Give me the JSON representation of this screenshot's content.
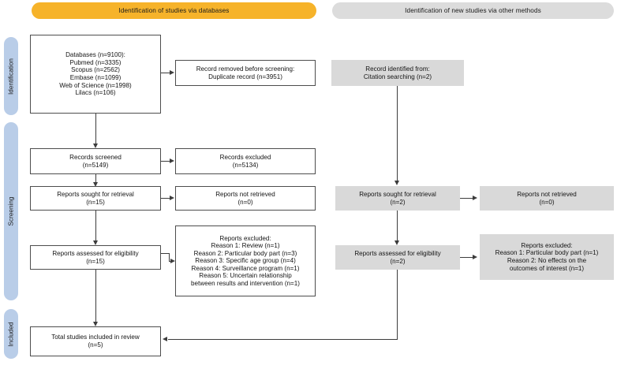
{
  "meta": {
    "title": "PRISMA 2020 flow diagram",
    "colors": {
      "banner_databases": "#f6b32a",
      "banner_other": "#dcdcdc",
      "phase_pill": "#b9cde8",
      "box_gray": "#d9d9d9",
      "box_white": "#ffffff",
      "stroke": "#4d4d4d",
      "connector": "#3c3c3c"
    }
  },
  "banners": {
    "databases": "Identification of studies via databases",
    "other_methods": "Identification of new studies via other methods"
  },
  "phases": [
    {
      "id": "identification",
      "label": "Identification"
    },
    {
      "id": "screening",
      "label": "Screening"
    },
    {
      "id": "included",
      "label": "Included"
    }
  ],
  "left_column": {
    "sources": {
      "lines": [
        "Databases (n=9100):",
        "Pubmed (n=3335)",
        "Scopus (n=2562)",
        "Embase (n=1099)",
        "Web of Science (n=1998)",
        "Lilacs (n=106)"
      ]
    },
    "removed_before_screening": {
      "lines": [
        "Record removed before screening:",
        "Duplicate record (n=3951)"
      ]
    },
    "records_screened": {
      "lines": [
        "Records screened",
        "(n=5149)"
      ]
    },
    "records_excluded": {
      "lines": [
        "Records excluded",
        "(n=5134)"
      ]
    },
    "reports_sought": {
      "lines": [
        "Reports sought for retrieval",
        "(n=15)"
      ]
    },
    "reports_not_retrieved": {
      "lines": [
        "Reports not retrieved",
        "(n=0)"
      ]
    },
    "reports_assessed": {
      "lines": [
        "Reports assessed for eligibility",
        "(n=15)"
      ]
    },
    "reports_excluded": {
      "lines": [
        "Reports excluded:",
        "Reason 1: Review (n=1)",
        "Reason 2: Particular body part (n=3)",
        "Reason 3: Specific age group (n=4)",
        "Reason 4: Surveillance program (n=1)",
        "Reason 5: Uncertain relationship",
        "between results and intervention (n=1)"
      ]
    }
  },
  "right_column": {
    "records_identified": {
      "lines": [
        "Record identified from:",
        "Citation searching (n=2)"
      ]
    },
    "reports_sought": {
      "lines": [
        "Reports sought for retrieval",
        "(n=2)"
      ]
    },
    "reports_not_retrieved": {
      "lines": [
        "Reports not retrieved",
        "(n=0)"
      ]
    },
    "reports_assessed": {
      "lines": [
        "Reports assessed for eligibility",
        "(n=2)"
      ]
    },
    "reports_excluded": {
      "lines": [
        "Reports excluded:",
        "Reason 1: Particular body part (n=1)",
        "Reason 2: No effects on the",
        "outcomes of interest (n=1)"
      ]
    }
  },
  "included": {
    "total_studies": {
      "lines": [
        "Total studies included in review",
        "(n=5)"
      ]
    }
  }
}
